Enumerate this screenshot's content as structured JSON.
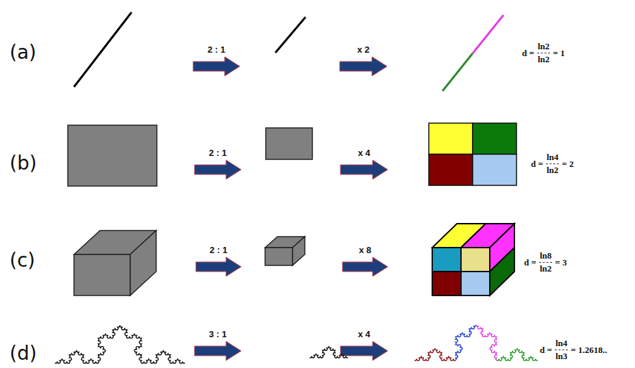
{
  "diagram": {
    "labels": [
      "(a)",
      "2 : 1",
      "x 2",
      "d =",
      "ln2",
      "ln2",
      "= 1",
      "(b)",
      "2 : 1",
      "x 4",
      "d =",
      "ln4",
      "ln2",
      "= 2",
      "(c)",
      "2 : 1",
      "x 8",
      "d =",
      "ln8",
      "ln2",
      "= 3",
      "(d)",
      "3 : 1",
      "x 4",
      "d =",
      "ln4",
      "ln3",
      "= 1.2618.."
    ]
  }
}
